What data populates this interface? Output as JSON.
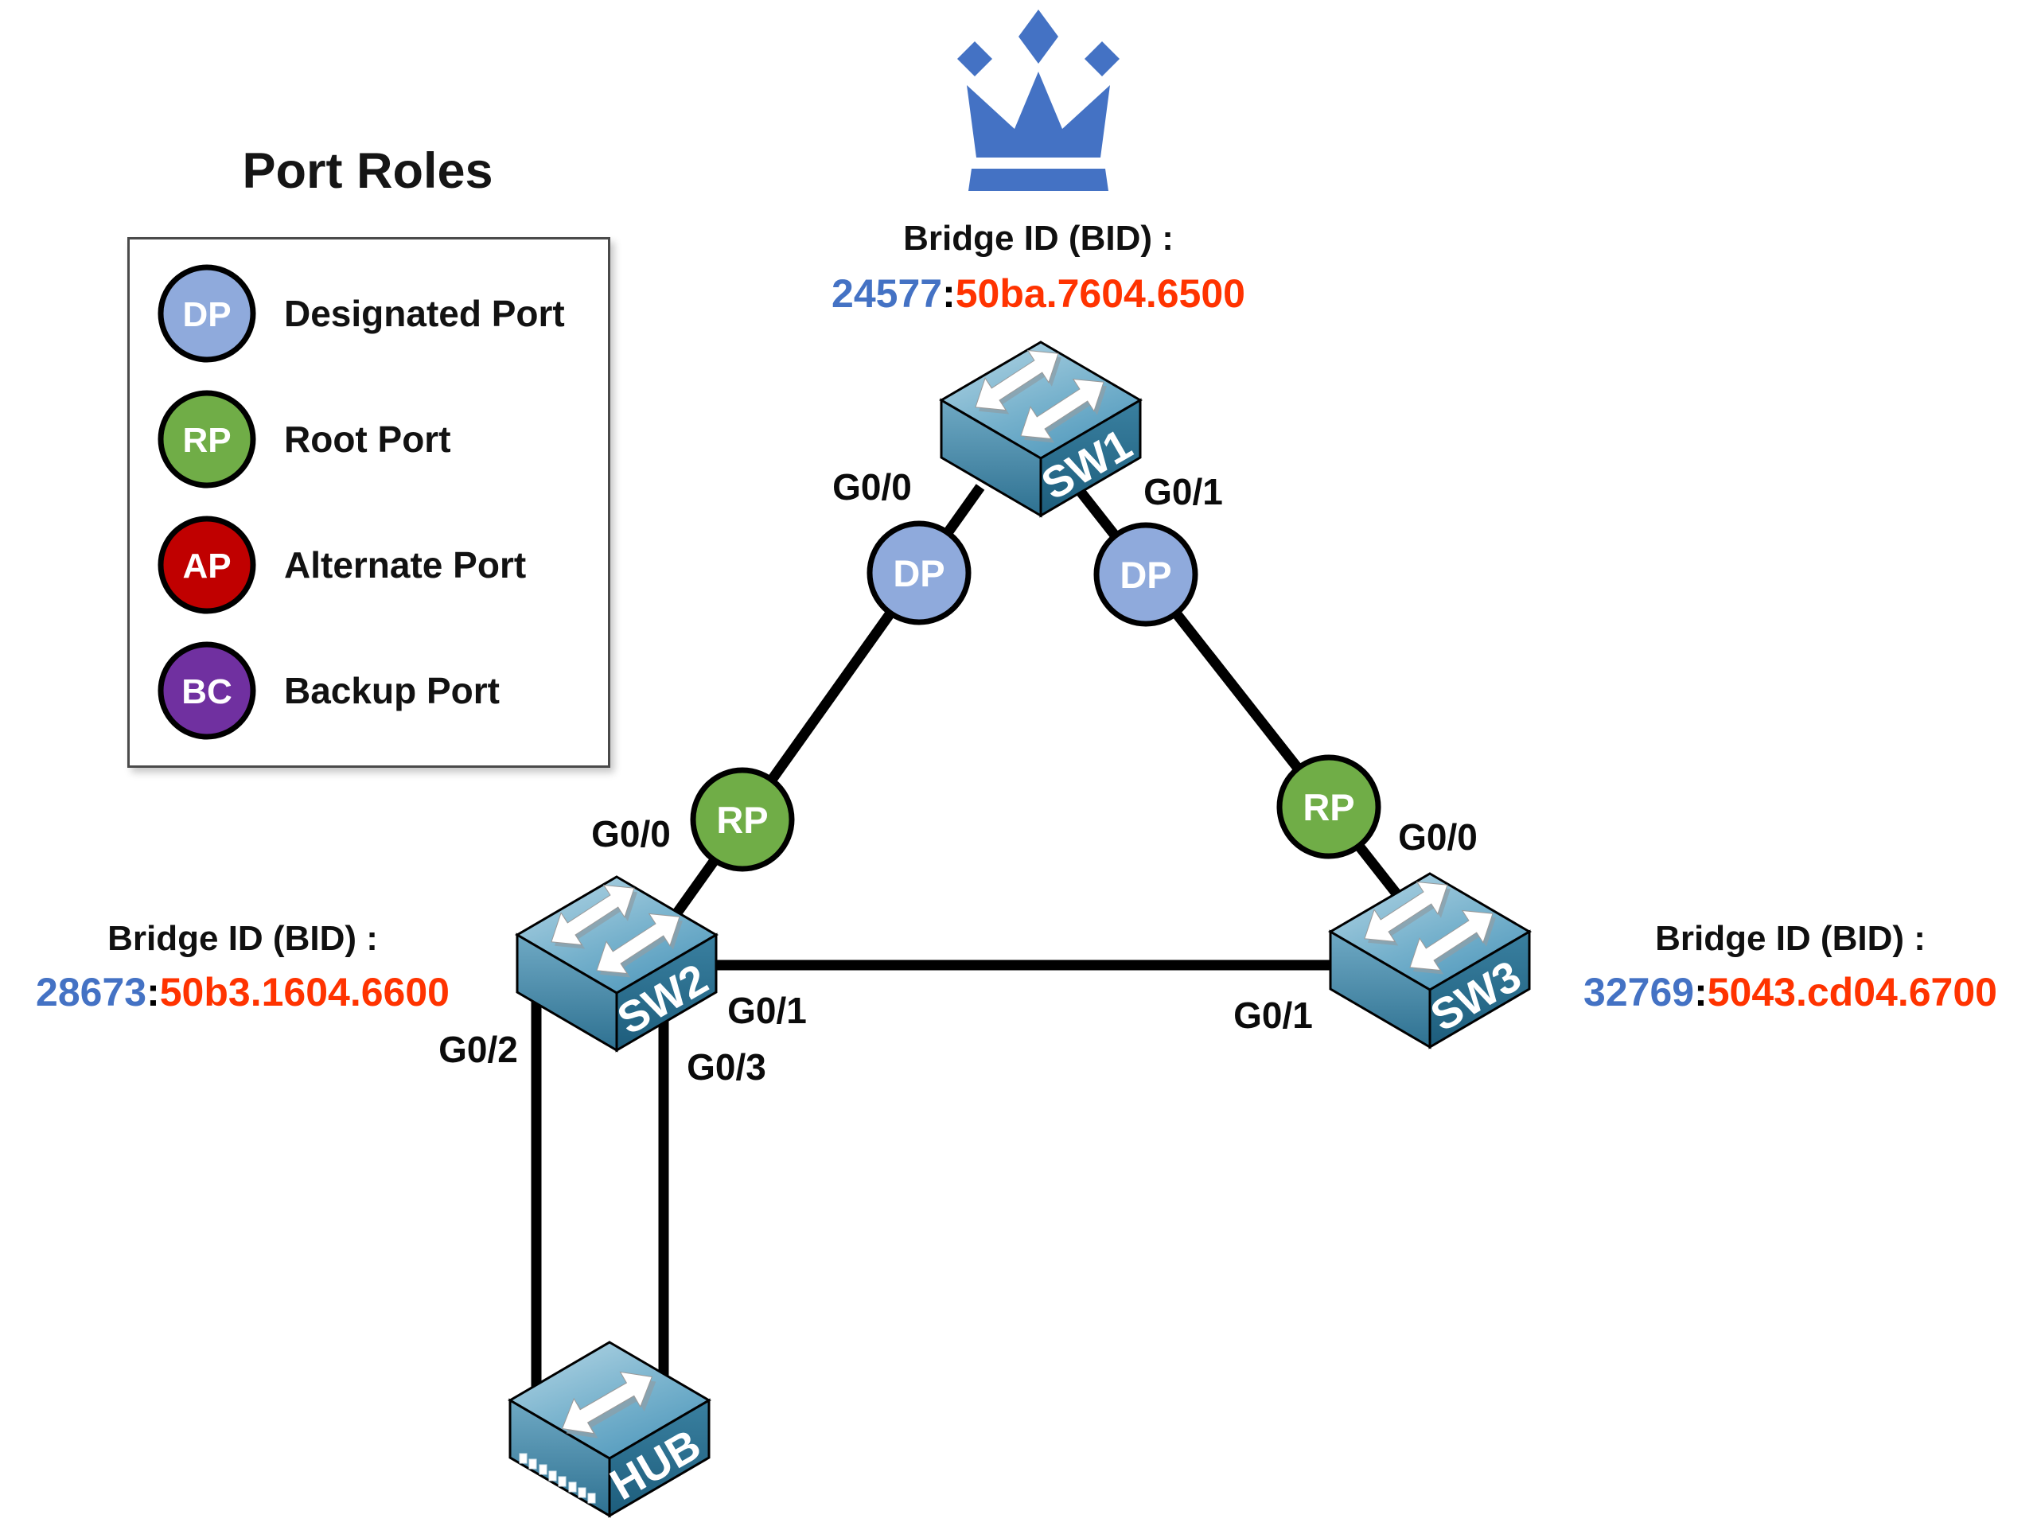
{
  "title": "Port Roles",
  "legend": {
    "items": [
      {
        "abbr": "DP",
        "label": "Designated Port",
        "color": "#8FAADC"
      },
      {
        "abbr": "RP",
        "label": "Root Port",
        "color": "#70AD47"
      },
      {
        "abbr": "AP",
        "label": "Alternate Port",
        "color": "#C00000"
      },
      {
        "abbr": "BC",
        "label": "Backup Port",
        "color": "#7030A0"
      }
    ]
  },
  "root_bridge": {
    "crown_color": "#4472C4"
  },
  "devices": {
    "sw1": {
      "name": "SW1",
      "bid_label": "Bridge ID (BID) :",
      "priority": "24577",
      "colon": ":",
      "mac": "50ba.7604.6500"
    },
    "sw2": {
      "name": "SW2",
      "bid_label": "Bridge ID (BID) :",
      "priority": "28673",
      "colon": ":",
      "mac": "50b3.1604.6600"
    },
    "sw3": {
      "name": "SW3",
      "bid_label": "Bridge ID (BID) :",
      "priority": "32769",
      "colon": ":",
      "mac": "5043.cd04.6700"
    },
    "hub": {
      "name": "HUB"
    }
  },
  "port_labels": {
    "sw1_g00": "G0/0",
    "sw1_g01": "G0/1",
    "sw2_g00": "G0/0",
    "sw2_g01": "G0/1",
    "sw2_g02": "G0/2",
    "sw2_g03": "G0/3",
    "sw3_g00": "G0/0",
    "sw3_g01": "G0/1"
  },
  "port_roles": {
    "sw1_g00": "DP",
    "sw1_g01": "DP",
    "sw2_g00": "RP",
    "sw3_g00": "RP"
  },
  "colors": {
    "priority_blue": "#4472C4",
    "mac_red": "#FF3300",
    "designated": "#8FAADC",
    "root": "#70AD47",
    "alternate": "#C00000",
    "backup": "#7030A0",
    "link": "#000000"
  }
}
